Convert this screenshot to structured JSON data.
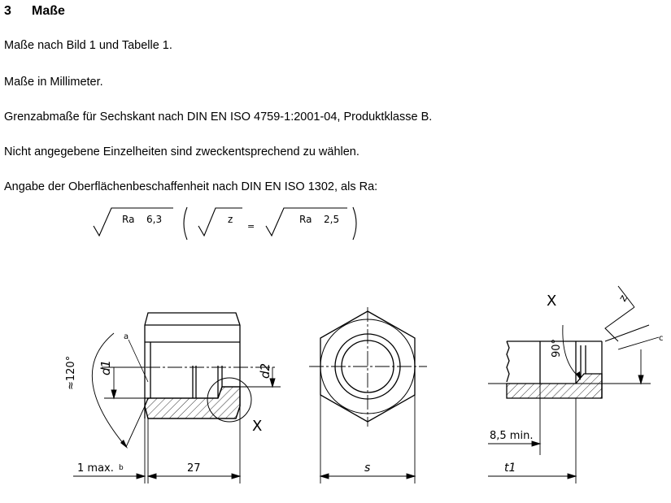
{
  "section": {
    "number": "3",
    "title": "Maße"
  },
  "paragraphs": [
    "Maße nach Bild 1 und Tabelle 1.",
    "Maße in Millimeter.",
    "Grenzabmaße für Sechskant nach DIN EN ISO 4759-1:2001-04, Produktklasse B.",
    "Nicht angegebene Einzelheiten sind zweckentsprechend zu wählen.",
    "Angabe der Oberflächenbeschaffenheit nach DIN EN ISO 1302, als Ra:"
  ],
  "roughness": {
    "main_label": "Ra",
    "main_value": "6,3",
    "z_label": "z",
    "equals": "=",
    "alt_label": "Ra",
    "alt_value": "2,5"
  },
  "drawing": {
    "view_side": {
      "angle_label": "≈120°",
      "d1": "d1",
      "d2": "d2",
      "note_a": "a",
      "detail_ref": "X",
      "dim_length": "27",
      "dim_max": "1 max.",
      "note_b": "b"
    },
    "view_top": {
      "dim_s": "s"
    },
    "view_detail": {
      "title": "X",
      "angle_label": "90°",
      "z_label": "z",
      "note_c": "c",
      "dim_min": "8,5 min.",
      "dim_t1": "t1"
    }
  }
}
